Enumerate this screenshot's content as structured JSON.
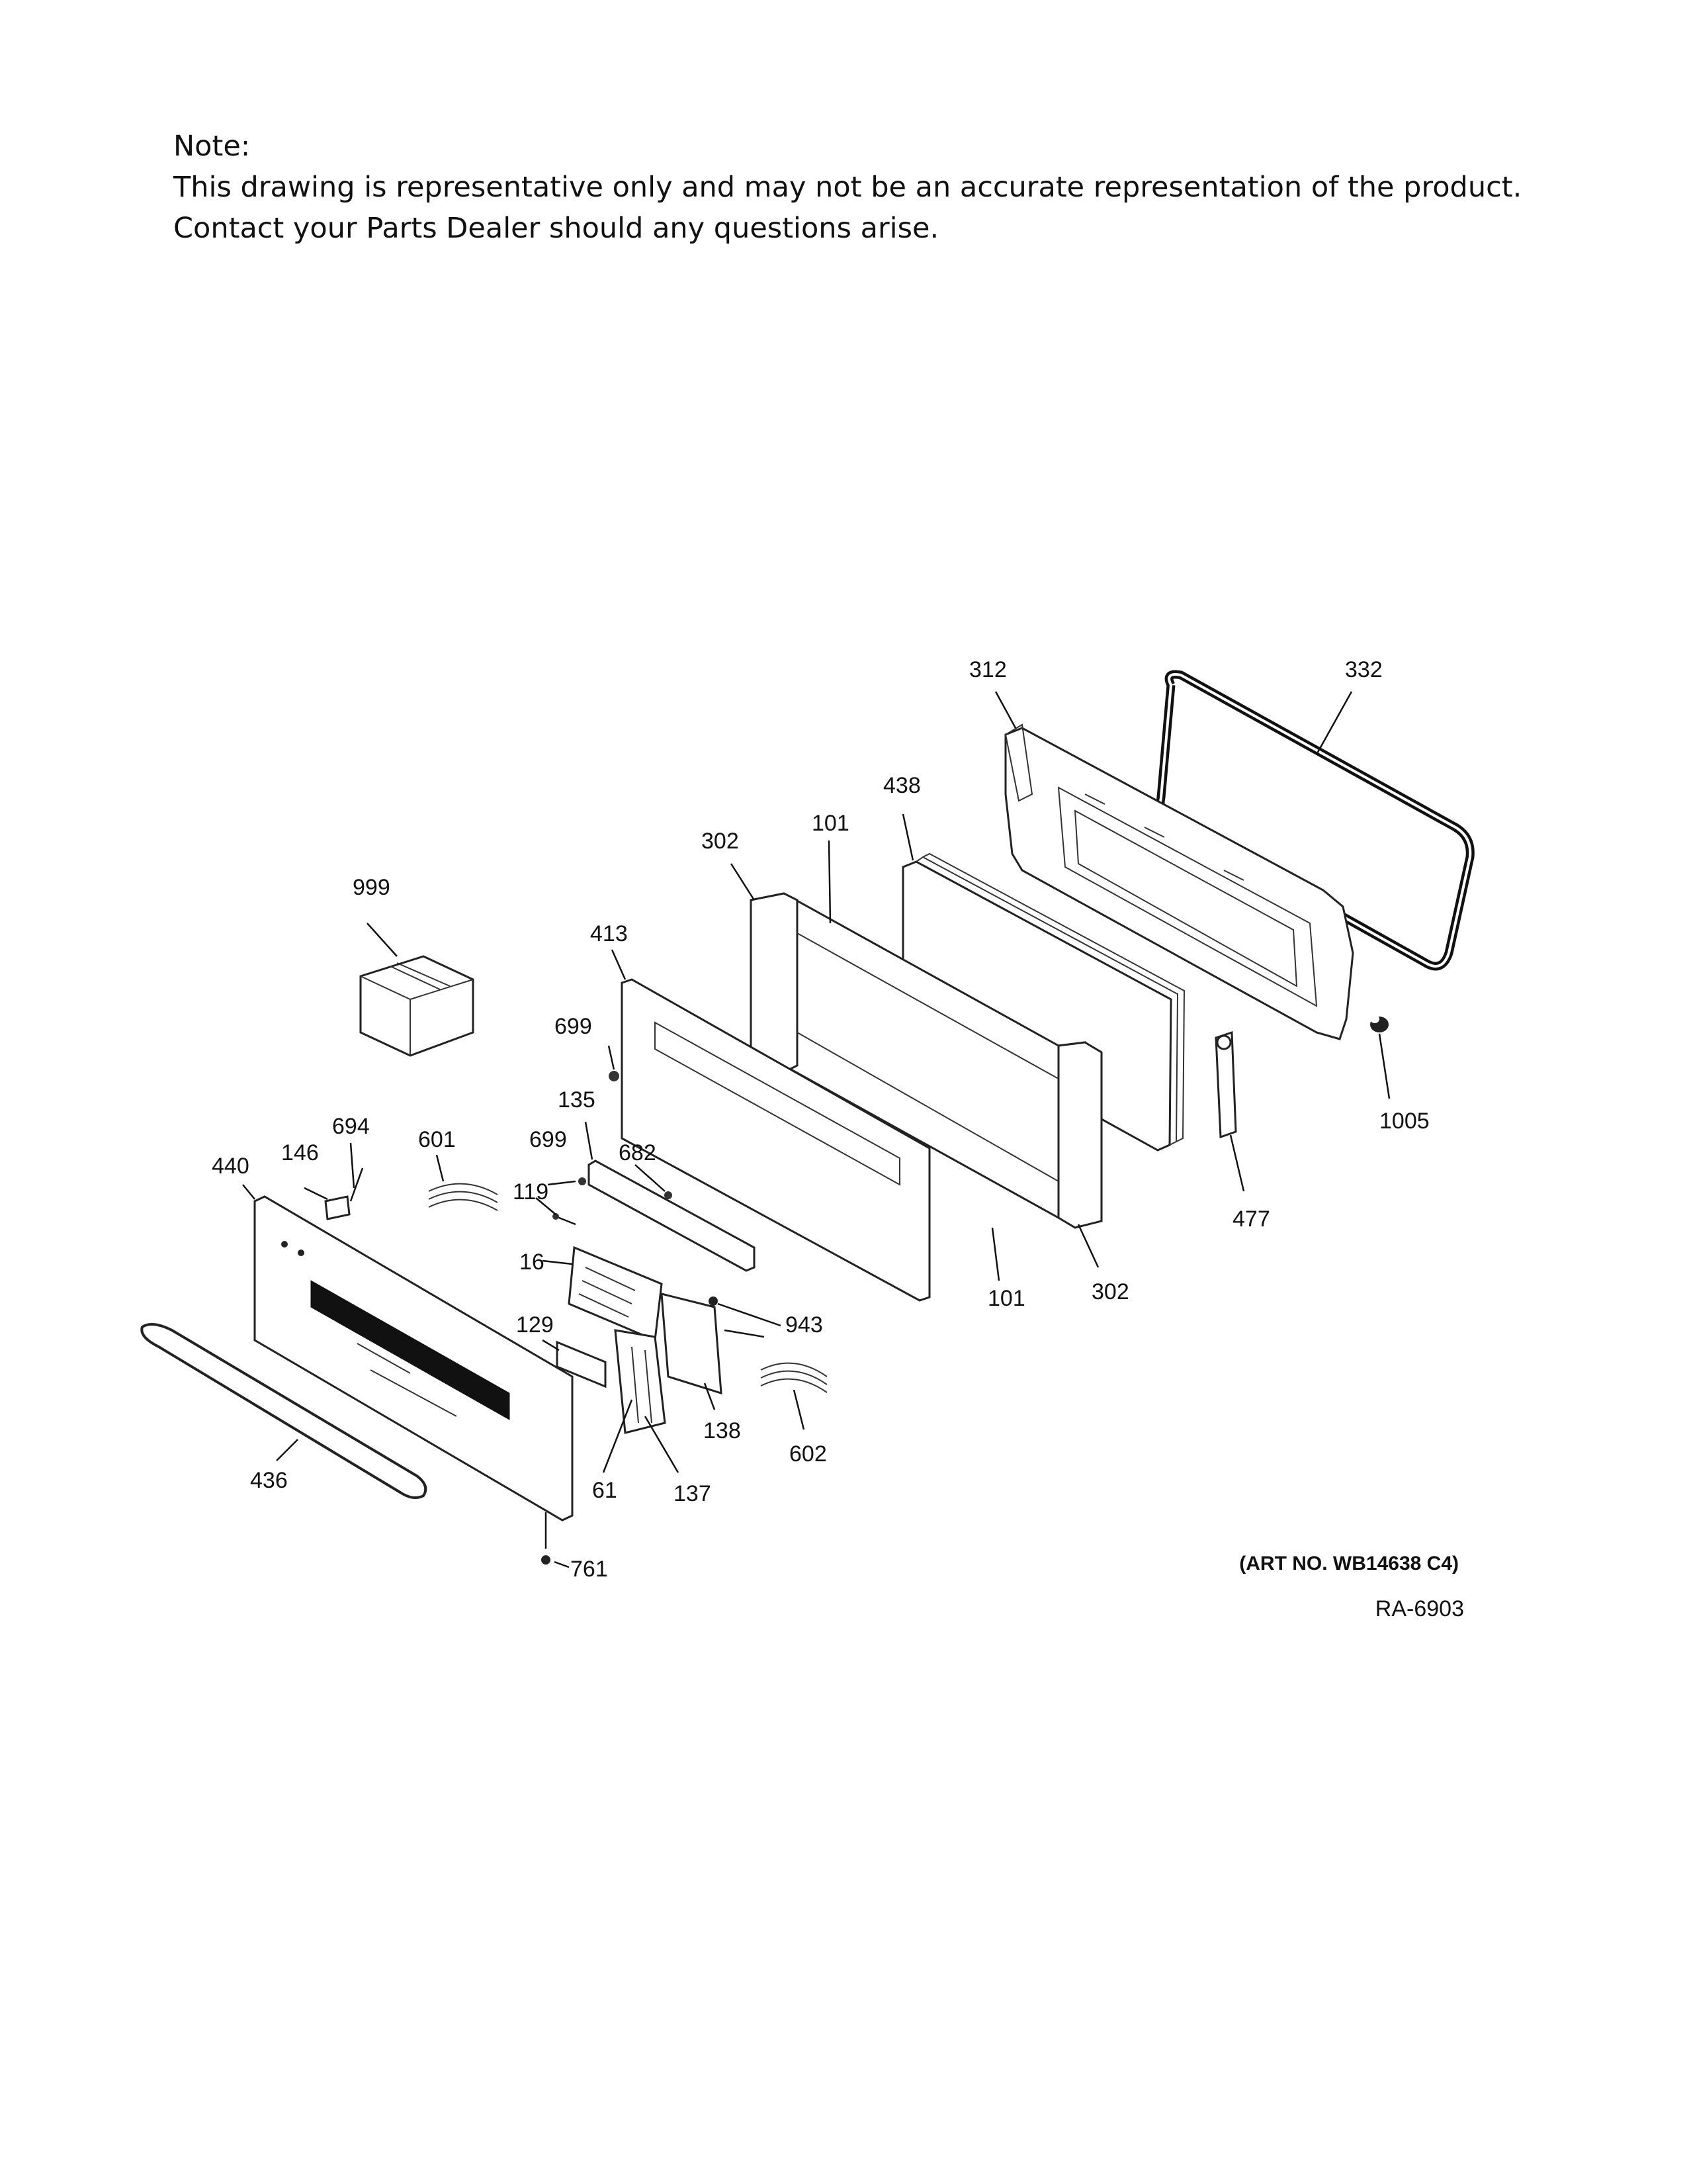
{
  "note": {
    "heading": "Note:",
    "line1": "This drawing is representative only and may not be an accurate representation of the product.",
    "line2": "Contact your Parts Dealer should any questions arise."
  },
  "callouts": {
    "c312": "312",
    "c332": "332",
    "c438": "438",
    "c302a": "302",
    "c101a": "101",
    "c999": "999",
    "c413": "413",
    "c699a": "699",
    "c1005": "1005",
    "c135": "135",
    "c694": "694",
    "c601": "601",
    "c699b": "699",
    "c682": "682",
    "c146": "146",
    "c440": "440",
    "c119": "119",
    "c477": "477",
    "c16": "16",
    "c101b": "101",
    "c302b": "302",
    "c943": "943",
    "c129": "129",
    "c138": "138",
    "c602": "602",
    "c436": "436",
    "c61": "61",
    "c137": "137",
    "c761": "761"
  },
  "art_no": "(ART NO. WB14638 C4)",
  "ref_code": "RA-6903"
}
